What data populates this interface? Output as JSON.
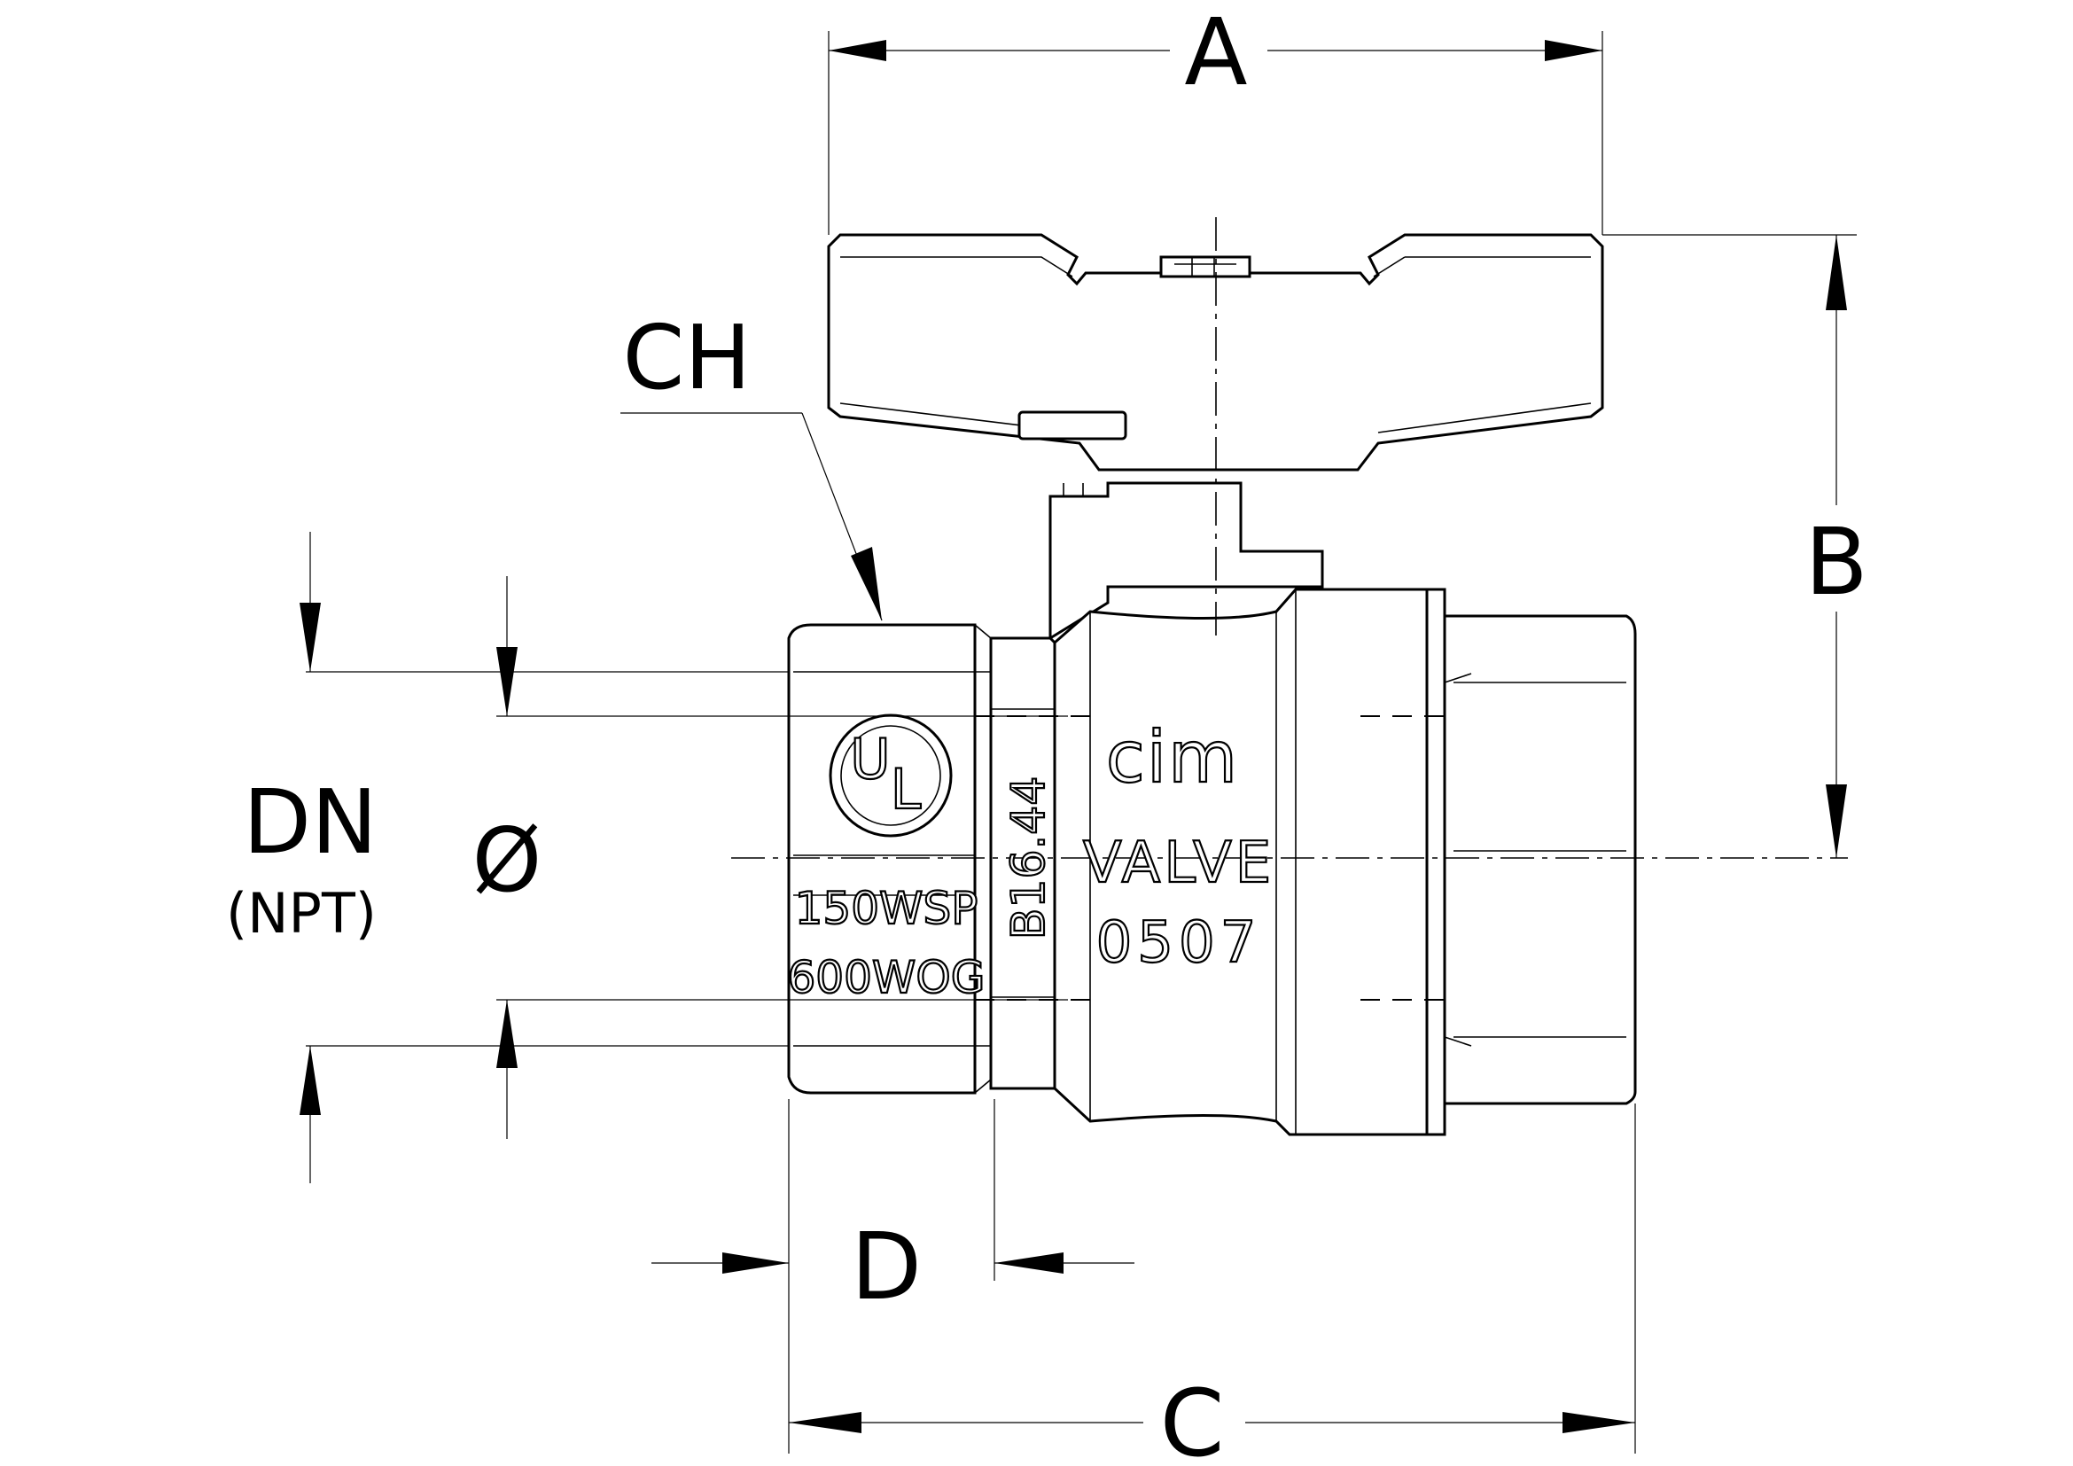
{
  "dimensions": {
    "a": "A",
    "b": "B",
    "c": "C",
    "d": "D",
    "ch": "CH",
    "dn": "DN",
    "npt": "(NPT)",
    "diameter": "Ø"
  },
  "markings": {
    "ul_u": "U",
    "ul_l": "L",
    "pressure_wsp": "150WSP",
    "pressure_wog": "600WOG",
    "standard": "B16.44",
    "brand": "cim",
    "valve": "VALVE",
    "code": "0507"
  }
}
